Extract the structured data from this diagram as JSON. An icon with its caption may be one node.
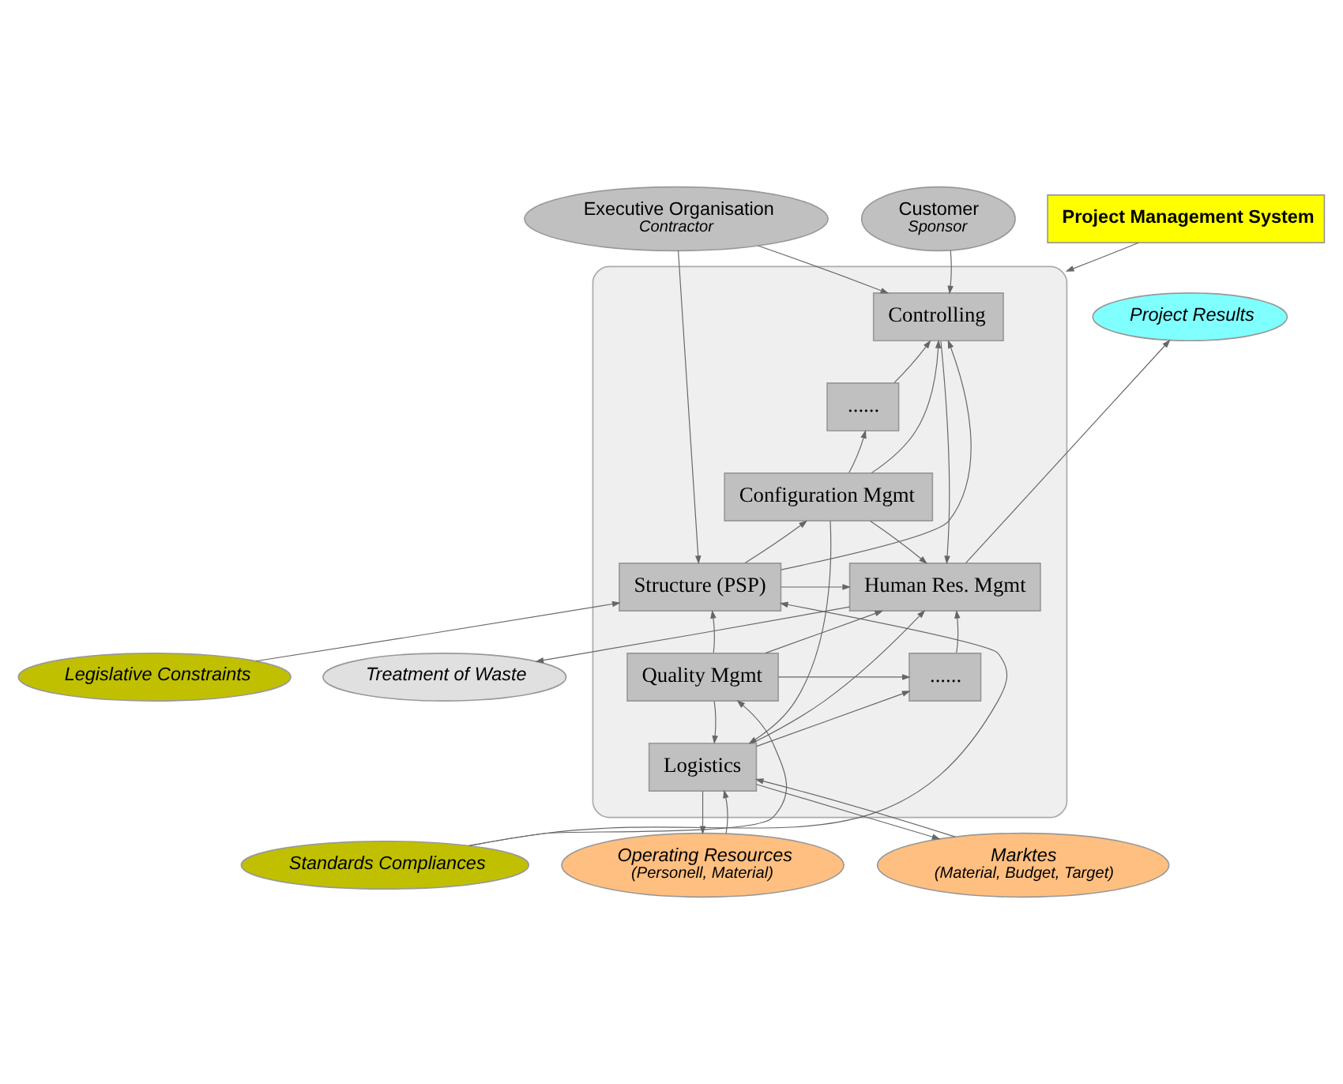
{
  "diagram": {
    "nodes": [
      {
        "text": [
          "Executive Organisation",
          "Contractor"
        ]
      },
      {
        "text": [
          "Customer",
          "Sponsor"
        ]
      },
      {
        "text": [
          "Project Management System"
        ]
      },
      {
        "text": [],
        "shape": "ellipse"
      },
      {
        "text": [
          "Controlling"
        ],
        "in": 3
      },
      {
        "text": [
          "......"
        ],
        "in": 3
      },
      {
        "text": [
          "Configuration Mgmt"
        ],
        "in": 3
      },
      {
        "text": [
          "Structure (PSP)"
        ],
        "in": 3
      },
      {
        "text": [
          "Human Res. Mgmt"
        ],
        "in": 3
      },
      {
        "text": [
          "Quality Mgmt"
        ],
        "in": 3
      },
      {
        "text": [
          "......"
        ],
        "in": 3
      },
      {
        "text": [
          "Logistics"
        ],
        "in": 3
      },
      {
        "text": [
          "Project Results"
        ]
      },
      {
        "text": [
          "Treatment of Waste"
        ]
      },
      {
        "text": [
          "Legislative Constraints"
        ]
      },
      {
        "text": [
          "Standards Compliances"
        ]
      },
      {
        "text": [
          "Operating Resources",
          "(Personell, Material)"
        ]
      },
      {
        "text": [
          "Marktes",
          "(Material, Budget, Target)"
        ]
      }
    ],
    "edges": [
      {
        "from": 0,
        "to": 4,
        "arrow": "to"
      },
      {
        "from": 0,
        "to": 7,
        "arrow": "to"
      },
      {
        "from": 1,
        "to": 4,
        "arrow": "to"
      },
      {
        "from": 2,
        "to": 3,
        "arrow": "to"
      },
      {
        "from": 7,
        "to": 4,
        "arrow": "to"
      },
      {
        "from": 6,
        "to": 4,
        "arrow": "to"
      },
      {
        "from": 5,
        "to": 4,
        "arrow": "to"
      },
      {
        "from": 6,
        "to": 5,
        "arrow": "to"
      },
      {
        "from": 7,
        "to": 6,
        "arrow": "to"
      },
      {
        "from": 4,
        "to": 8,
        "arrow": "to"
      },
      {
        "from": 6,
        "to": 8,
        "arrow": "to"
      },
      {
        "from": 7,
        "to": 8,
        "arrow": "to"
      },
      {
        "from": 9,
        "to": 7,
        "arrow": "to"
      },
      {
        "from": 9,
        "to": 8,
        "arrow": "to"
      },
      {
        "from": 9,
        "to": 10,
        "arrow": "to"
      },
      {
        "from": 9,
        "to": 11,
        "arrow": "to"
      },
      {
        "from": 6,
        "to": 11,
        "arrow": "to"
      },
      {
        "from": 11,
        "to": 8,
        "arrow": "to"
      },
      {
        "from": 10,
        "to": 8,
        "arrow": "to"
      },
      {
        "from": 11,
        "to": 10,
        "arrow": "to"
      },
      {
        "from": 8,
        "to": 12,
        "arrow": "to"
      },
      {
        "from": 8,
        "to": 13,
        "arrow": "to"
      },
      {
        "from": 14,
        "to": 7,
        "arrow": "to"
      },
      {
        "from": 15,
        "to": 7,
        "arrow": "to"
      },
      {
        "from": 15,
        "to": 9,
        "arrow": "to"
      },
      {
        "from": 11,
        "to": 16,
        "arrow": "to"
      },
      {
        "from": 16,
        "to": 11,
        "arrow": "to"
      },
      {
        "from": 11,
        "to": 17,
        "arrow": "to"
      },
      {
        "from": 17,
        "to": 11,
        "arrow": "to"
      }
    ]
  }
}
